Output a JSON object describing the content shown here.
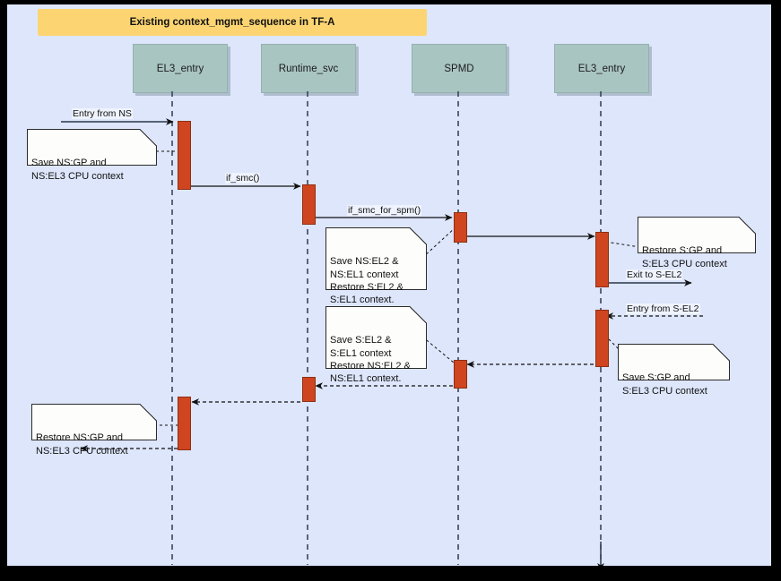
{
  "diagram": {
    "type": "uml-sequence-diagram",
    "title": "Existing context_mgmt_sequence in TF-A",
    "background_color": "#dde6fb",
    "title_color": "#fcd572",
    "lifeline_box_color": "#a9c5c2",
    "activation_color": "#cf4520",
    "frame_color": "#000000"
  },
  "participants": [
    {
      "id": "p1",
      "label": "EL3_entry"
    },
    {
      "id": "p2",
      "label": "Runtime_svc"
    },
    {
      "id": "p3",
      "label": "SPMD"
    },
    {
      "id": "p4",
      "label": "EL3_entry"
    }
  ],
  "messages": [
    {
      "id": "m1",
      "label": "Entry from NS",
      "from": "external-left",
      "to": "p1",
      "style": "solid",
      "direction": "right"
    },
    {
      "id": "m2",
      "label": "if_smc()",
      "from": "p1",
      "to": "p2",
      "style": "solid",
      "direction": "right"
    },
    {
      "id": "m3",
      "label": "if_smc_for_spm()",
      "from": "p2",
      "to": "p3",
      "style": "solid",
      "direction": "right"
    },
    {
      "id": "m4",
      "label": "",
      "from": "p3",
      "to": "p4",
      "style": "solid",
      "direction": "right"
    },
    {
      "id": "m5",
      "label": "Exit to S-EL2",
      "from": "p4",
      "to": "external-right",
      "style": "solid",
      "direction": "right"
    },
    {
      "id": "m6",
      "label": "Entry from S-EL2",
      "from": "external-right",
      "to": "p4",
      "style": "dashed",
      "direction": "left"
    },
    {
      "id": "m7",
      "label": "",
      "from": "p4",
      "to": "p3",
      "style": "dashed",
      "direction": "left"
    },
    {
      "id": "m8",
      "label": "",
      "from": "p3",
      "to": "p2",
      "style": "dashed",
      "direction": "left"
    },
    {
      "id": "m9",
      "label": "",
      "from": "p2",
      "to": "p1",
      "style": "dashed",
      "direction": "left"
    },
    {
      "id": "m10",
      "label": "",
      "from": "p1",
      "to": "external-left",
      "style": "dashed",
      "direction": "left"
    }
  ],
  "notes": [
    {
      "id": "n1",
      "text": "Save NS:GP and\nNS:EL3 CPU context",
      "attached_to": "p1"
    },
    {
      "id": "n2",
      "text": "Save NS:EL2 &\nNS:EL1 context\nRestore S:EL2 &\nS:EL1 context.",
      "attached_to": "p3"
    },
    {
      "id": "n3",
      "text": "Restore S:GP and\nS:EL3 CPU context",
      "attached_to": "p4"
    },
    {
      "id": "n4",
      "text": "Save S:EL2 &\nS:EL1 context\nRestore NS:EL2 &\nNS:EL1 context.",
      "attached_to": "p3"
    },
    {
      "id": "n5",
      "text": "Save S:GP and\nS:EL3 CPU context",
      "attached_to": "p4"
    },
    {
      "id": "n6",
      "text": "Restore NS:GP and\nNS:EL3 CPU context",
      "attached_to": "p1"
    }
  ]
}
